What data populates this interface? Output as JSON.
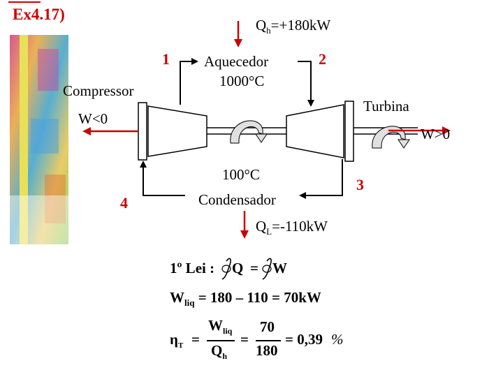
{
  "title": "Ex4.17)",
  "labels": {
    "qh": "Qh=+180kW",
    "qh_main": "Q",
    "qh_sub": "h",
    "qh_rest": "=+180kW",
    "heater_name": "Aquecedor",
    "heater_temp": "1000°C",
    "compressor": "Compressor",
    "turbine": "Turbina",
    "w_in": "W<0",
    "w_out": "W>0",
    "condenser_temp": "100°C",
    "condenser_name": "Condensador",
    "ql_main": "Q",
    "ql_sub": "L",
    "ql_rest": "=-110kW"
  },
  "states": {
    "s1": "1",
    "s2": "2",
    "s3": "3",
    "s4": "4"
  },
  "equations": {
    "law_label": "1º Lei :",
    "law_lhs": "Q",
    "law_eq": "=",
    "law_rhs": "W",
    "wliq_main": "W",
    "wliq_sub": "liq",
    "wliq_expr": "= 180 – 110 = 70kW",
    "eta_main": "η",
    "eta_sub": "T",
    "eta_eq": "=",
    "eta_num_main": "W",
    "eta_num_sub": "liq",
    "eta_den_main": "Q",
    "eta_den_sub": "h",
    "eta_eq2": "=",
    "eta_num2": "70",
    "eta_den2": "180",
    "eta_result": "= 0,39",
    "eta_percent": "%"
  },
  "colors": {
    "accent": "#cc0000",
    "line": "#000000",
    "arrow_red": "#cc0000"
  }
}
